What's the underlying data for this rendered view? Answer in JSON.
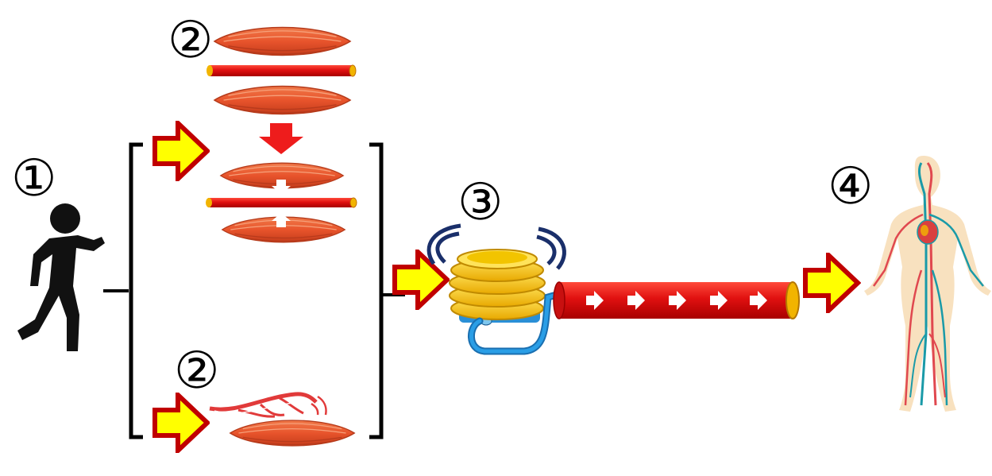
{
  "labels": {
    "step1": "①",
    "step2_top": "②",
    "step2_bottom": "②",
    "step3": "③",
    "step4": "④"
  },
  "icons": {
    "runner": "running-person-icon",
    "muscle": "muscle-icon",
    "vessel": "blood-vessel-icon",
    "pump": "pump-icon",
    "body": "human-circulatory-system-icon",
    "arrow": "yellow-arrow-icon"
  },
  "colors": {
    "muscle": "#e8542c",
    "vessel": "#e01010",
    "arrow_fill": "#ffff00",
    "arrow_stroke": "#c00000",
    "pump": "#f2c400",
    "pump_base": "#2a8fd6",
    "artery": "#e0484f",
    "vein": "#1a9aa8",
    "skin": "#f7dcb4"
  }
}
